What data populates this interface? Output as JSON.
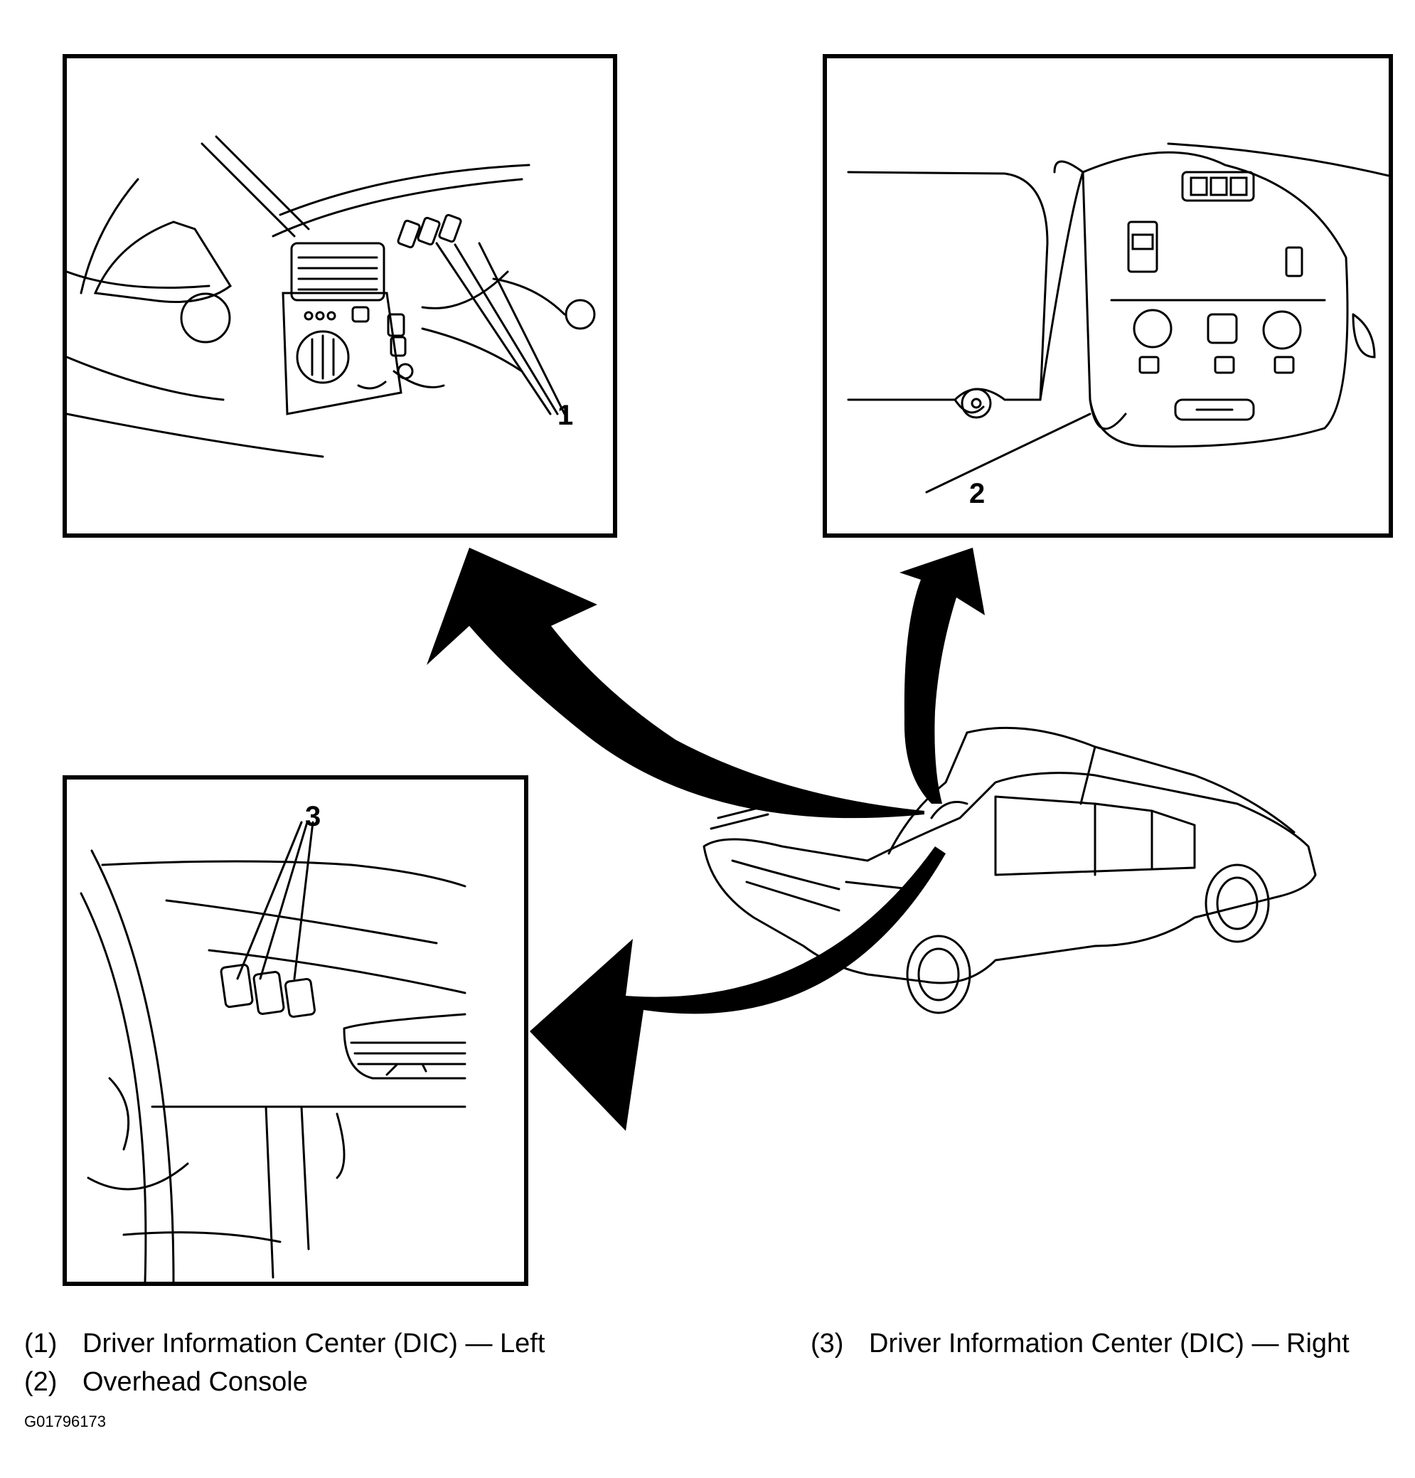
{
  "callouts": {
    "c1": "1",
    "c2": "2",
    "c3": "3"
  },
  "legend": [
    {
      "num": "(1)",
      "text": "Driver Information Center (DIC) — Left"
    },
    {
      "num": "(2)",
      "text": "Overhead Console"
    },
    {
      "num": "(3)",
      "text": "Driver Information Center (DIC) — Right"
    }
  ],
  "figure_id": "G01796173",
  "colors": {
    "ink": "#000000",
    "paper": "#ffffff"
  }
}
